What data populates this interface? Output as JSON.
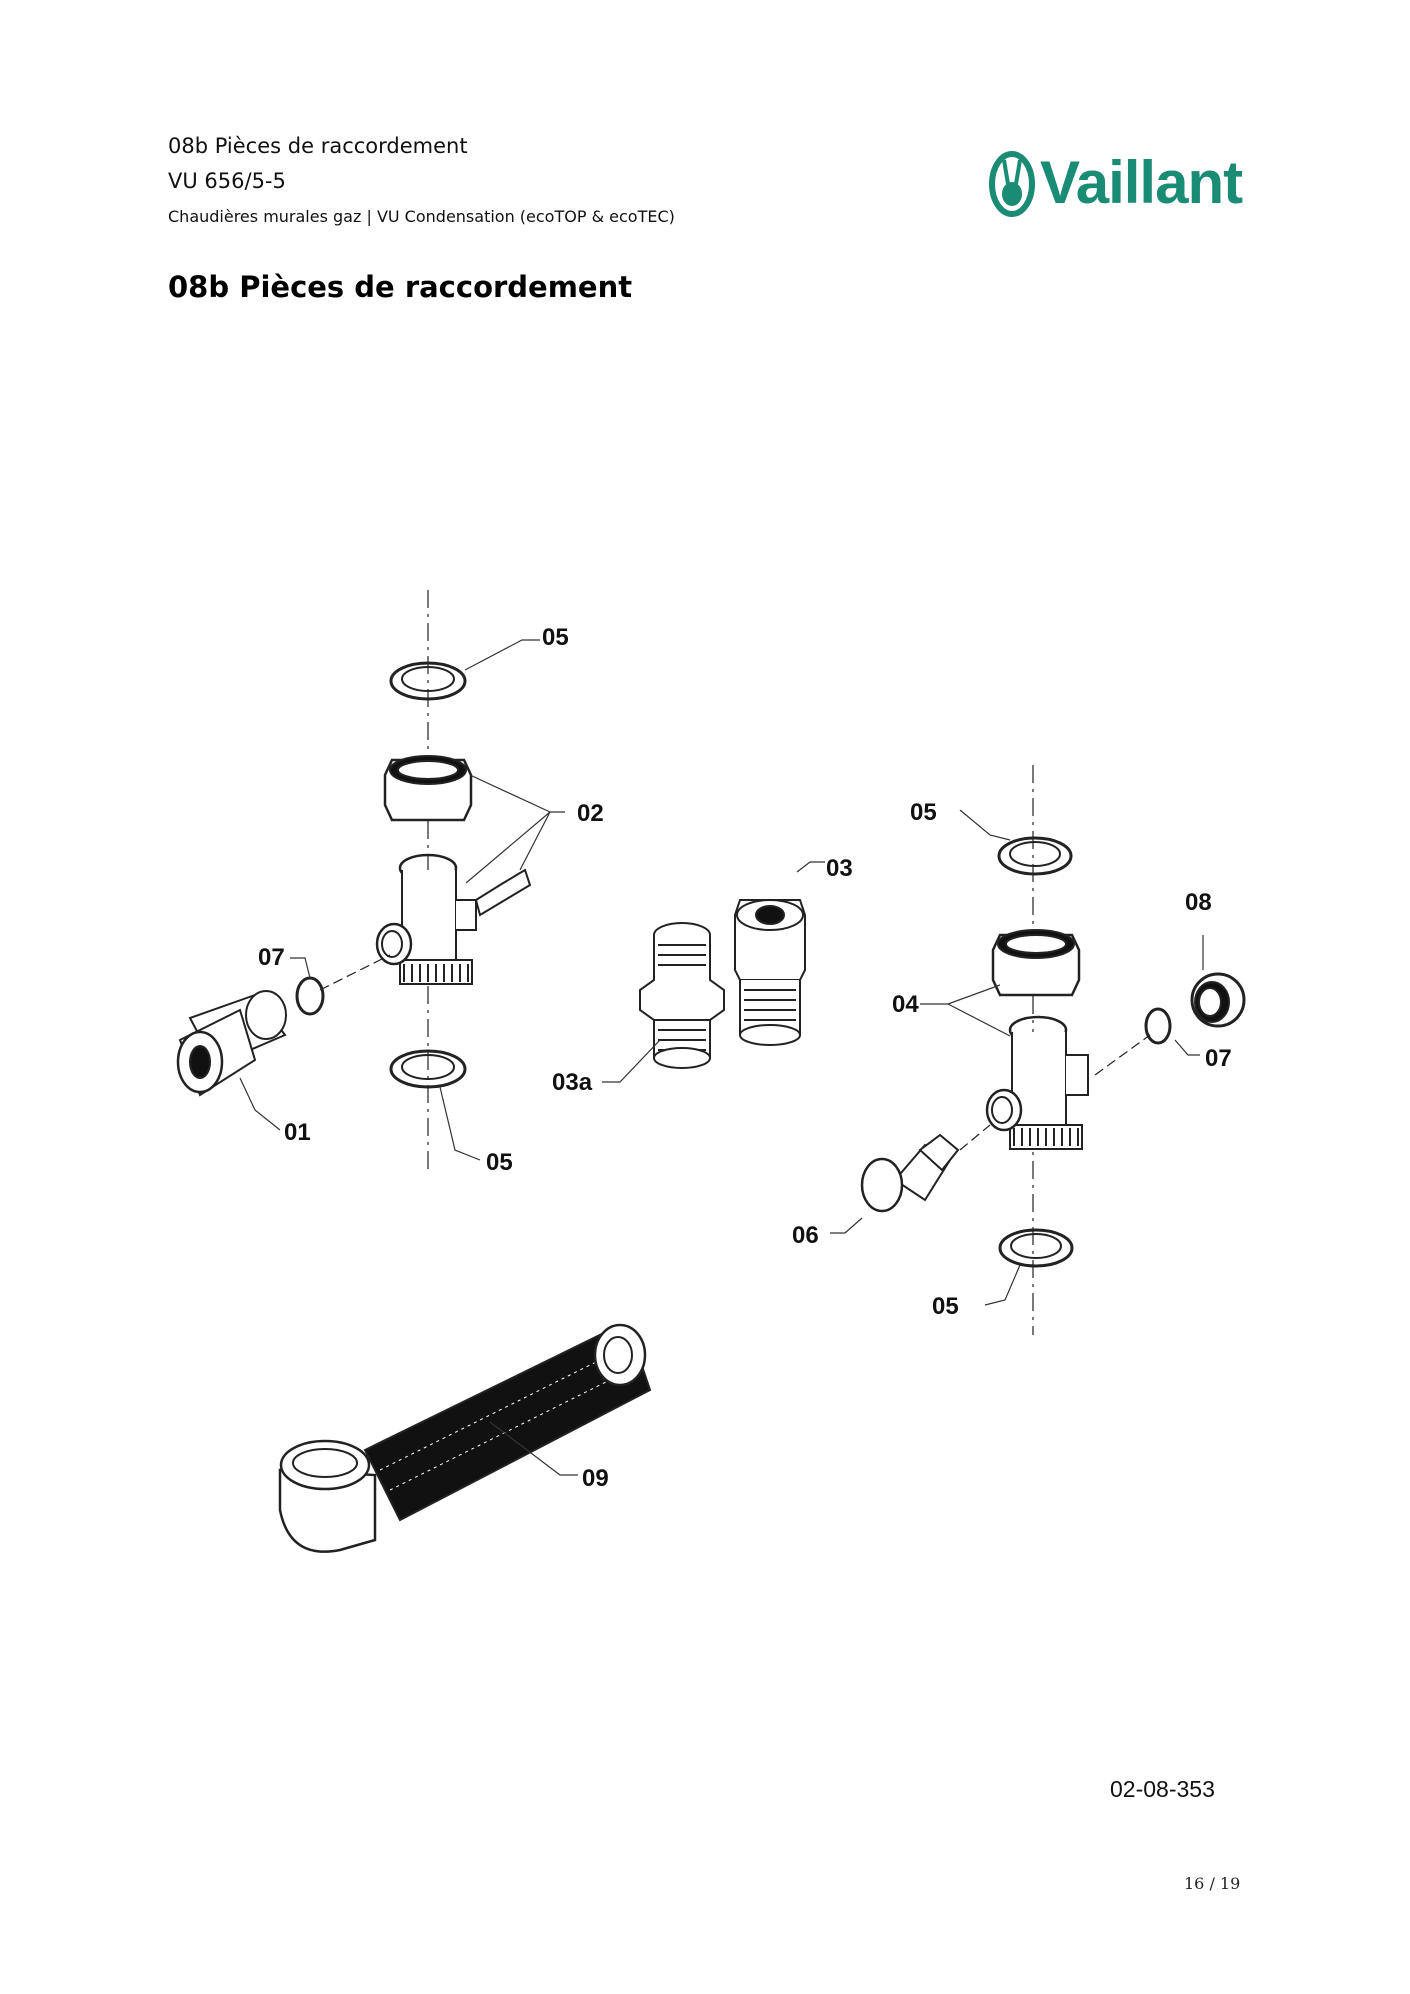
{
  "header": {
    "section_title": "08b Pièces de raccordement",
    "model": "VU 656/5-5",
    "category": "Chaudières murales gaz | VU Condensation (ecoTOP & ecoTEC)"
  },
  "logo": {
    "text": "Vaillant",
    "icon": "hare-icon",
    "brand_color": "#1a8c74"
  },
  "page_title": "08b Pièces de raccordement",
  "diagram": {
    "labels": {
      "l05a": "05",
      "l02": "02",
      "l07a": "07",
      "l01": "01",
      "l05b": "05",
      "l03": "03",
      "l03a": "03a",
      "l05c": "05",
      "l08": "08",
      "l04": "04",
      "l07b": "07",
      "l06": "06",
      "l05d": "05",
      "l09": "09"
    }
  },
  "footer": {
    "drawing_ref": "02-08-353",
    "page": "16 / 19"
  }
}
